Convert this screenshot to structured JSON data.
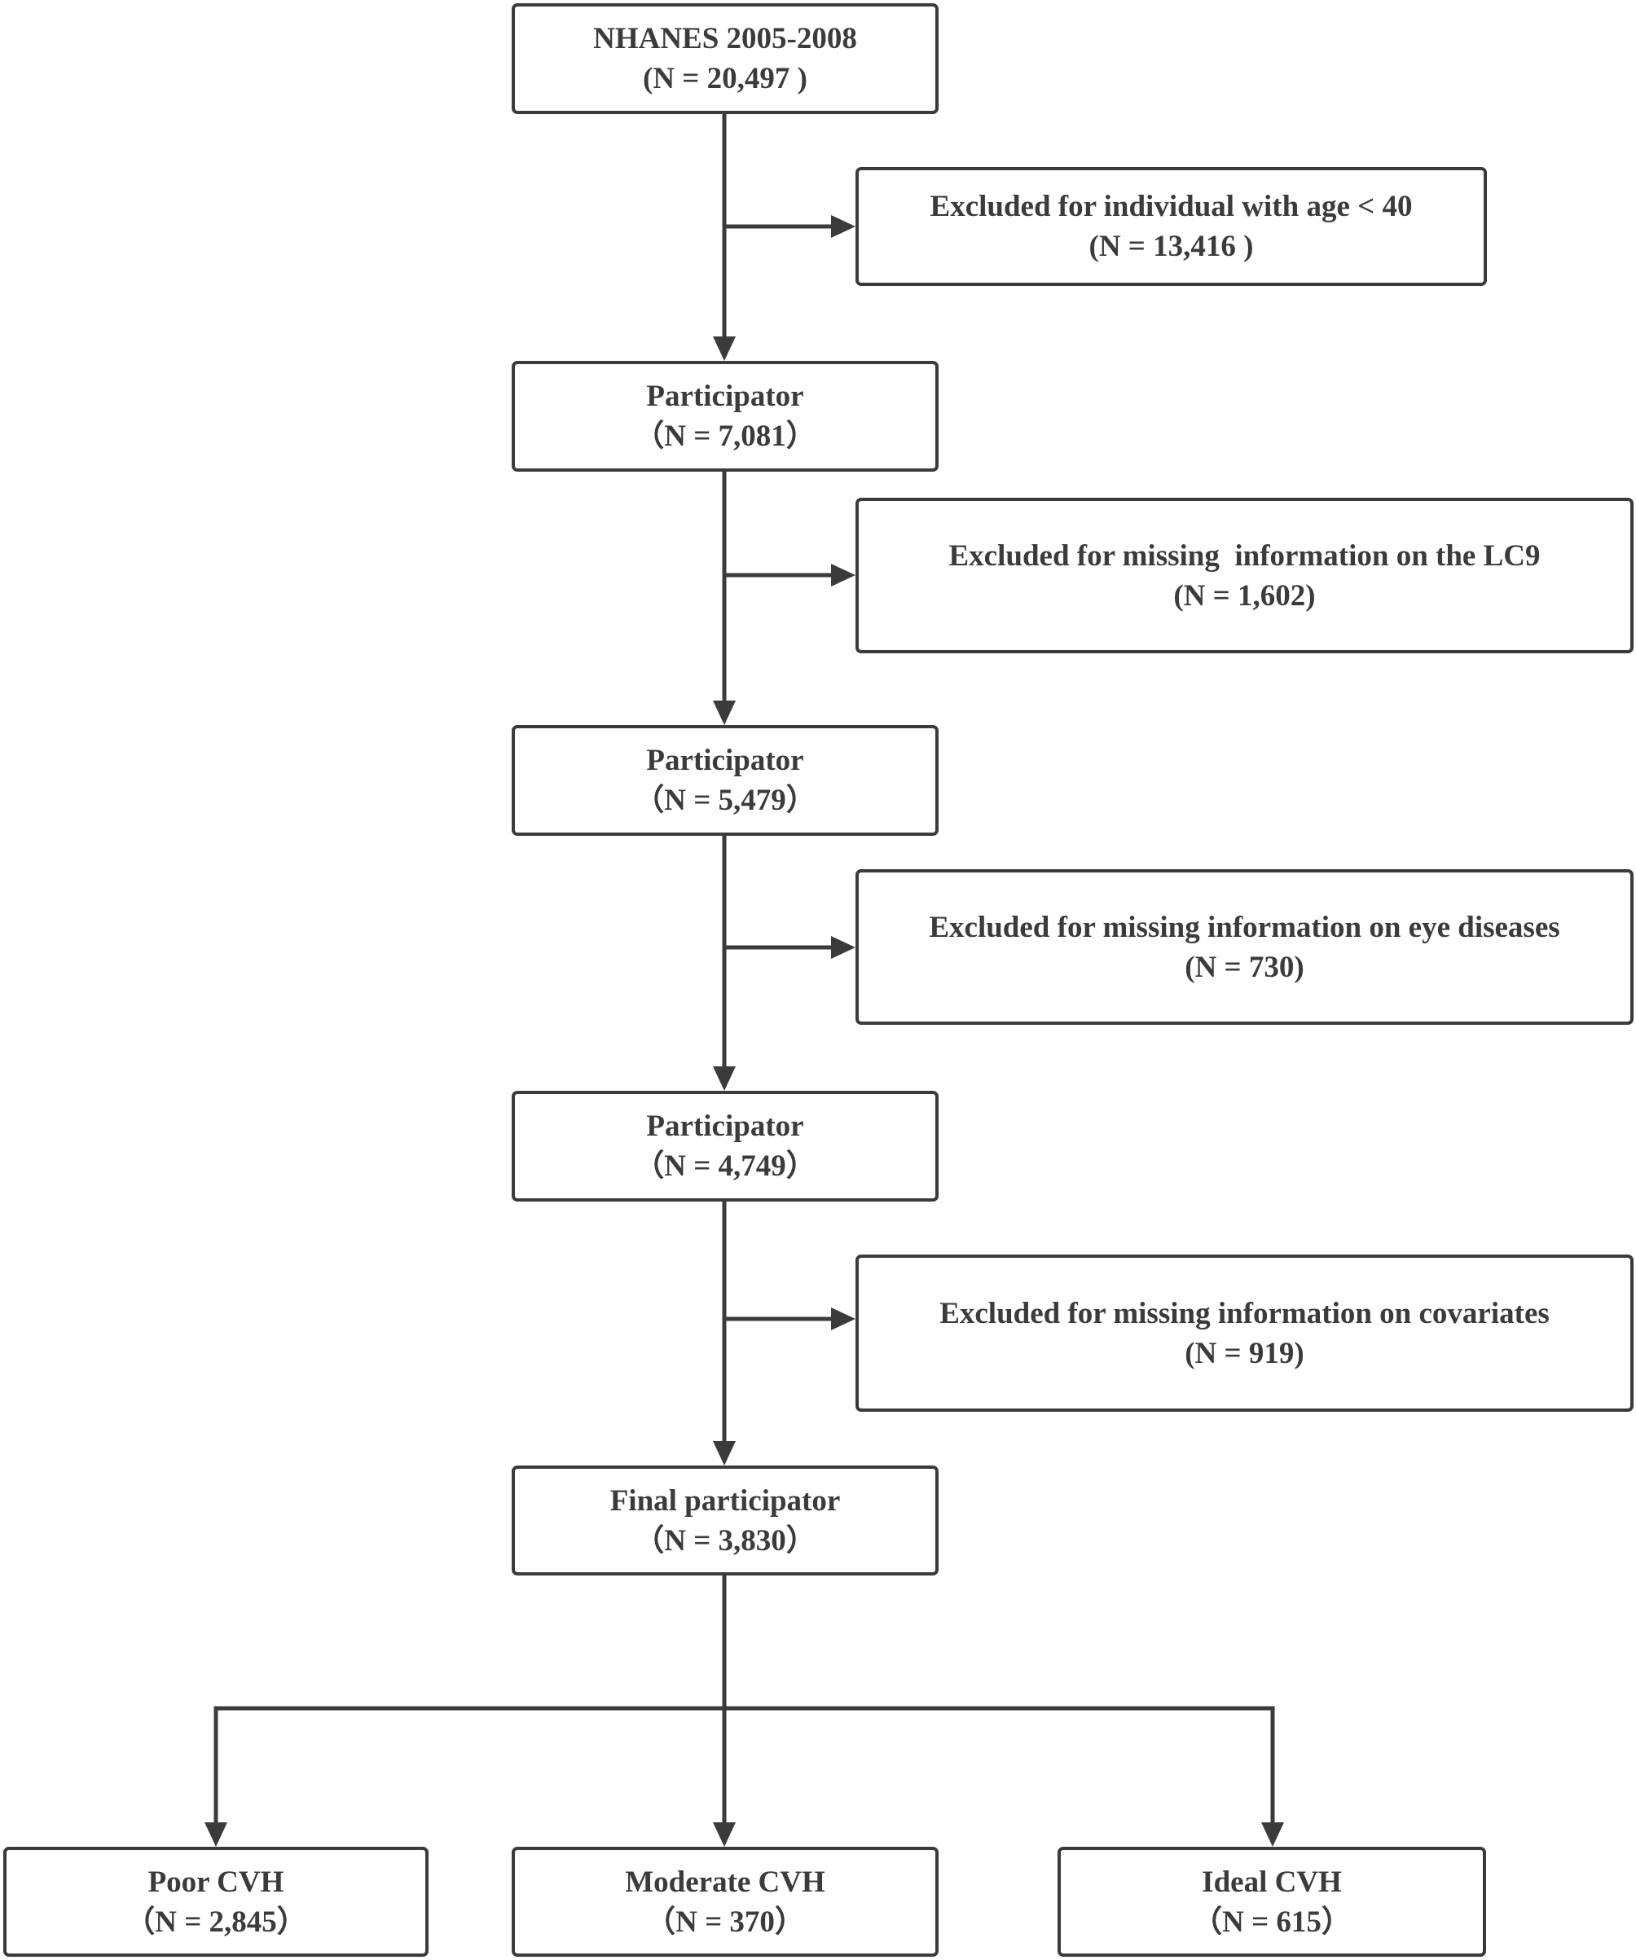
{
  "colors": {
    "stroke": "#3b3b3b",
    "text": "#3b3b3b",
    "background": "#ffffff"
  },
  "source": {
    "title": "NHANES 2005-2008",
    "count": "(N = 20,497 )"
  },
  "exclusions": [
    {
      "label": "Excluded for individual with age < 40",
      "count": "(N = 13,416 )"
    },
    {
      "label": "Excluded for missing  information on the LC9",
      "count": "(N = 1,602)"
    },
    {
      "label": "Excluded for missing information on eye diseases",
      "count": "(N = 730)"
    },
    {
      "label": "Excluded for missing information on covariates",
      "count": "(N = 919)"
    }
  ],
  "participants": [
    {
      "label": "Participator",
      "count": "（N = 7,081）"
    },
    {
      "label": "Participator",
      "count": "（N = 5,479）"
    },
    {
      "label": "Participator",
      "count": "（N = 4,749）"
    }
  ],
  "final": {
    "label": "Final participator",
    "count": "（N = 3,830）"
  },
  "groups": [
    {
      "label": "Poor CVH",
      "count": "（N = 2,845）"
    },
    {
      "label": "Moderate CVH",
      "count": "（N = 370）"
    },
    {
      "label": "Ideal CVH",
      "count": "（N = 615）"
    }
  ]
}
